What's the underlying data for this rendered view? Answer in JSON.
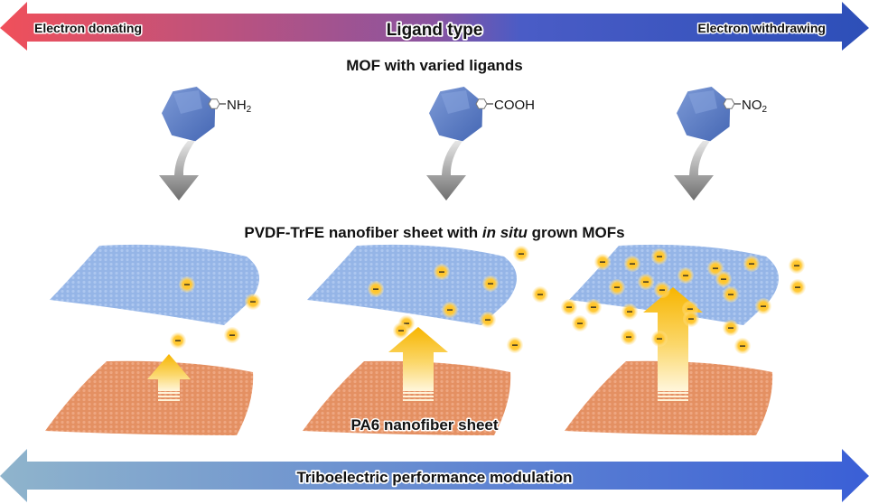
{
  "top_arrow": {
    "left_label": "Electron donating",
    "center_label": "Ligand type",
    "right_label": "Electron withdrawing",
    "color_left": "#f0505a",
    "color_mid": "#8a54a0",
    "color_right": "#2d4fb8"
  },
  "mof_section": {
    "title": "MOF with varied ligands",
    "ligands": [
      {
        "group": "NH",
        "subscript": "2",
        "name": "amine"
      },
      {
        "group": "COOH",
        "subscript": "",
        "name": "carboxyl"
      },
      {
        "group": "NO",
        "subscript": "2",
        "name": "nitro"
      }
    ],
    "mof_color": "#5b7fc7"
  },
  "sheet_section": {
    "title_pre": "PVDF-TrFE nanofiber sheet with ",
    "title_italic": "in situ",
    "title_post": " grown MOFs",
    "bottom_label": "PA6 nanofiber sheet",
    "top_sheet_color": "#8fb1e6",
    "bottom_sheet_color": "#e8976a",
    "charge_symbol": "−",
    "panels": [
      {
        "ligand": "NH2",
        "charges_on_sheet": 2,
        "charges_floating": 2,
        "transfer_level": "low"
      },
      {
        "ligand": "COOH",
        "charges_on_sheet": 7,
        "charges_floating": 3,
        "transfer_level": "medium"
      },
      {
        "ligand": "NO2",
        "charges_on_sheet": 18,
        "charges_floating": 6,
        "transfer_level": "high"
      }
    ]
  },
  "bottom_arrow": {
    "label": "Triboelectric performance modulation",
    "color_left": "#8fb4cc",
    "color_right": "#3a5fd6"
  }
}
